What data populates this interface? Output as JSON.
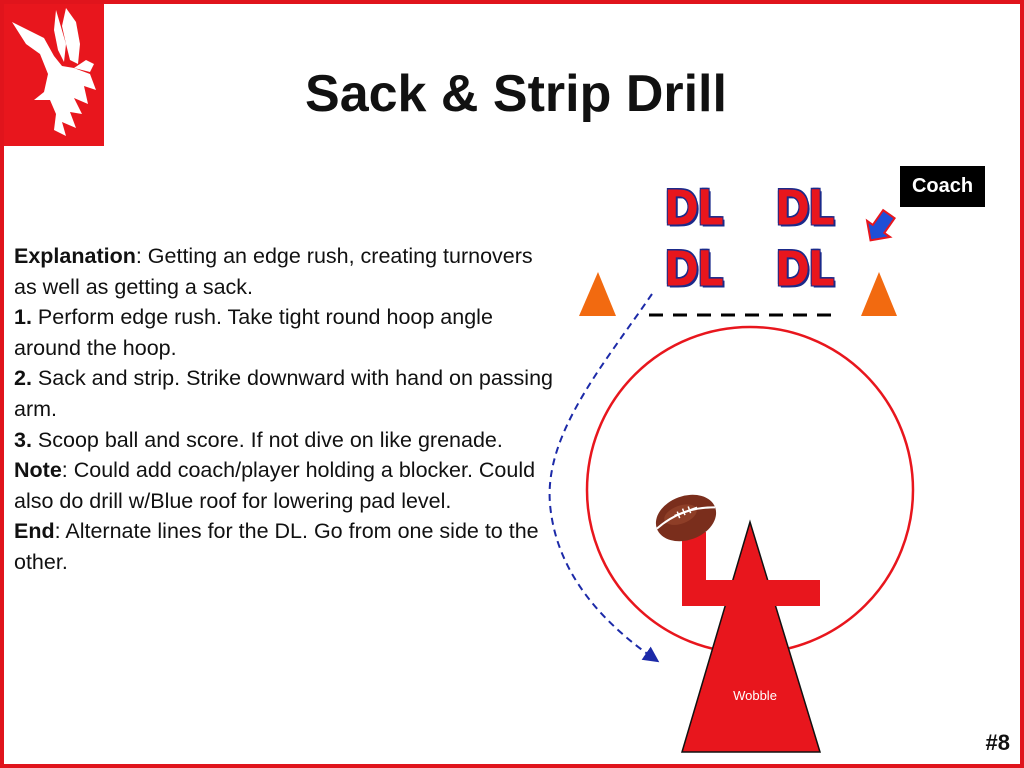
{
  "slide": {
    "title": "Sack & Strip Drill",
    "slide_number": "#8"
  },
  "explanation": {
    "explanation_heading": "Explanation",
    "explanation_text": ": Getting an edge rush, creating turnovers as well as getting a sack.",
    "step1_number": "1.",
    "step1_text": " Perform edge rush.  Take tight round hoop angle around the hoop.",
    "step2_number": "2.",
    "step2_text": " Sack and strip.  Strike downward with hand on passing arm.",
    "step3_number": "3.",
    "step3_text": " Scoop ball and score.  If not dive on like grenade.",
    "note_heading": "Note",
    "note_text": ": Could add coach/player holding a blocker. Could also do drill w/Blue roof for lowering pad level.",
    "end_heading": "End",
    "end_text": ":  Alternate lines for the DL.  Go from one side to the other."
  },
  "diagram": {
    "coach_label": "Coach",
    "dl_labels": [
      "DL",
      "DL",
      "DL",
      "DL"
    ],
    "wobble_label": "Wobble",
    "colors": {
      "red": "#e8161d",
      "cone_orange": "#f26a10",
      "route_blue": "#1c2aa8",
      "arrow_blue": "#1f4fd6",
      "black": "#000000"
    },
    "icons": [
      "falcon-logo-icon",
      "cone-icon",
      "football-icon",
      "arrow-icon"
    ]
  }
}
